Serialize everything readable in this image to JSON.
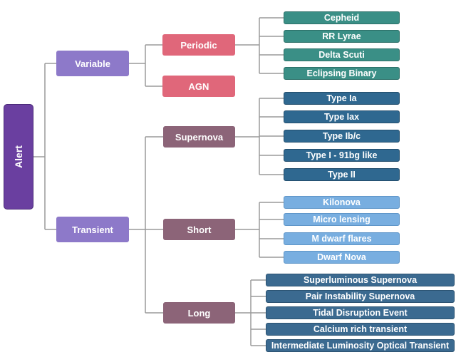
{
  "root": {
    "label": "Alert"
  },
  "level1": [
    {
      "label": "Variable"
    },
    {
      "label": "Transient"
    }
  ],
  "variable_children": [
    {
      "label": "Periodic"
    },
    {
      "label": "AGN"
    }
  ],
  "periodic_children": [
    {
      "label": "Cepheid"
    },
    {
      "label": "RR Lyrae"
    },
    {
      "label": "Delta Scuti"
    },
    {
      "label": "Eclipsing Binary"
    }
  ],
  "transient_children": [
    {
      "label": "Supernova"
    },
    {
      "label": "Short"
    },
    {
      "label": "Long"
    }
  ],
  "supernova_children": [
    {
      "label": "Type Ia"
    },
    {
      "label": "Type Iax"
    },
    {
      "label": "Type Ib/c"
    },
    {
      "label": "Type I - 91bg like"
    },
    {
      "label": "Type II"
    }
  ],
  "short_children": [
    {
      "label": "Kilonova"
    },
    {
      "label": "Micro lensing"
    },
    {
      "label": "M dwarf flares"
    },
    {
      "label": "Dwarf Nova"
    }
  ],
  "long_children": [
    {
      "label": "Superluminous Supernova"
    },
    {
      "label": "Pair Instability Supernova"
    },
    {
      "label": "Tidal Disruption Event"
    },
    {
      "label": "Calcium rich transient"
    },
    {
      "label": "Intermediate Luminosity Optical Transient"
    }
  ],
  "colors": {
    "root": "#6a3fa0",
    "level1": "#8d79c9",
    "periodic_agn": "#e0677a",
    "transient_branches": "#8c6478",
    "periodic_leaves": "#3a8f86",
    "supernova_leaves": "#2f6890",
    "short_leaves": "#78aee0",
    "long_leaves": "#3b6a90",
    "connector": "#9a9a9a"
  }
}
